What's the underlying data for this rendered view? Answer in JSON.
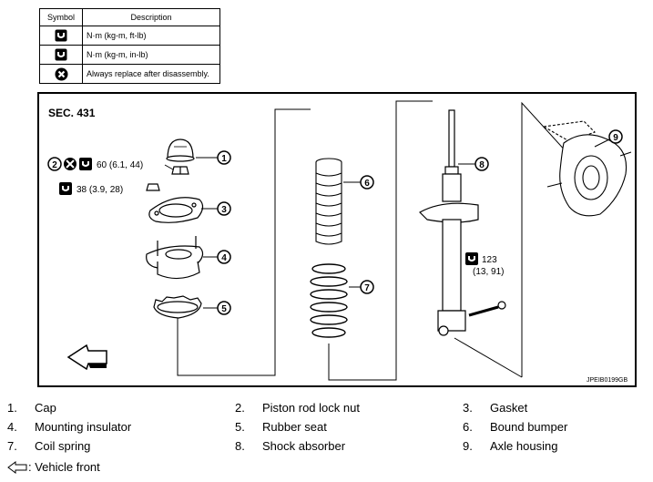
{
  "legend": {
    "header_symbol": "Symbol",
    "header_description": "Description",
    "rows": [
      {
        "icon": "torque-wrench-icon",
        "description": "N·m (kg-m, ft-lb)"
      },
      {
        "icon": "torque-wrench-small-icon",
        "description": "N·m (kg-m, in-lb)"
      },
      {
        "icon": "always-replace-icon",
        "description": "Always replace after disassembly."
      }
    ]
  },
  "diagram": {
    "section": "SEC. 431",
    "torque_lock_nut": "60 (6.1, 44)",
    "torque_gasket_nut": "38 (3.9, 28)",
    "torque_shock_bolt_1": "123",
    "torque_shock_bolt_2": "(13, 91)",
    "callouts": [
      "1",
      "2",
      "3",
      "4",
      "5",
      "6",
      "7",
      "8",
      "9"
    ],
    "figure_id": "JPEIB0199GB"
  },
  "parts": [
    {
      "num": "1.",
      "name": "Cap"
    },
    {
      "num": "2.",
      "name": "Piston rod lock nut"
    },
    {
      "num": "3.",
      "name": "Gasket"
    },
    {
      "num": "4.",
      "name": "Mounting insulator"
    },
    {
      "num": "5.",
      "name": "Rubber seat"
    },
    {
      "num": "6.",
      "name": "Bound bumper"
    },
    {
      "num": "7.",
      "name": "Coil spring"
    },
    {
      "num": "8.",
      "name": "Shock absorber"
    },
    {
      "num": "9.",
      "name": "Axle housing"
    }
  ],
  "footnote": {
    "icon": "vehicle-front-arrow-icon",
    "text": ": Vehicle front"
  }
}
